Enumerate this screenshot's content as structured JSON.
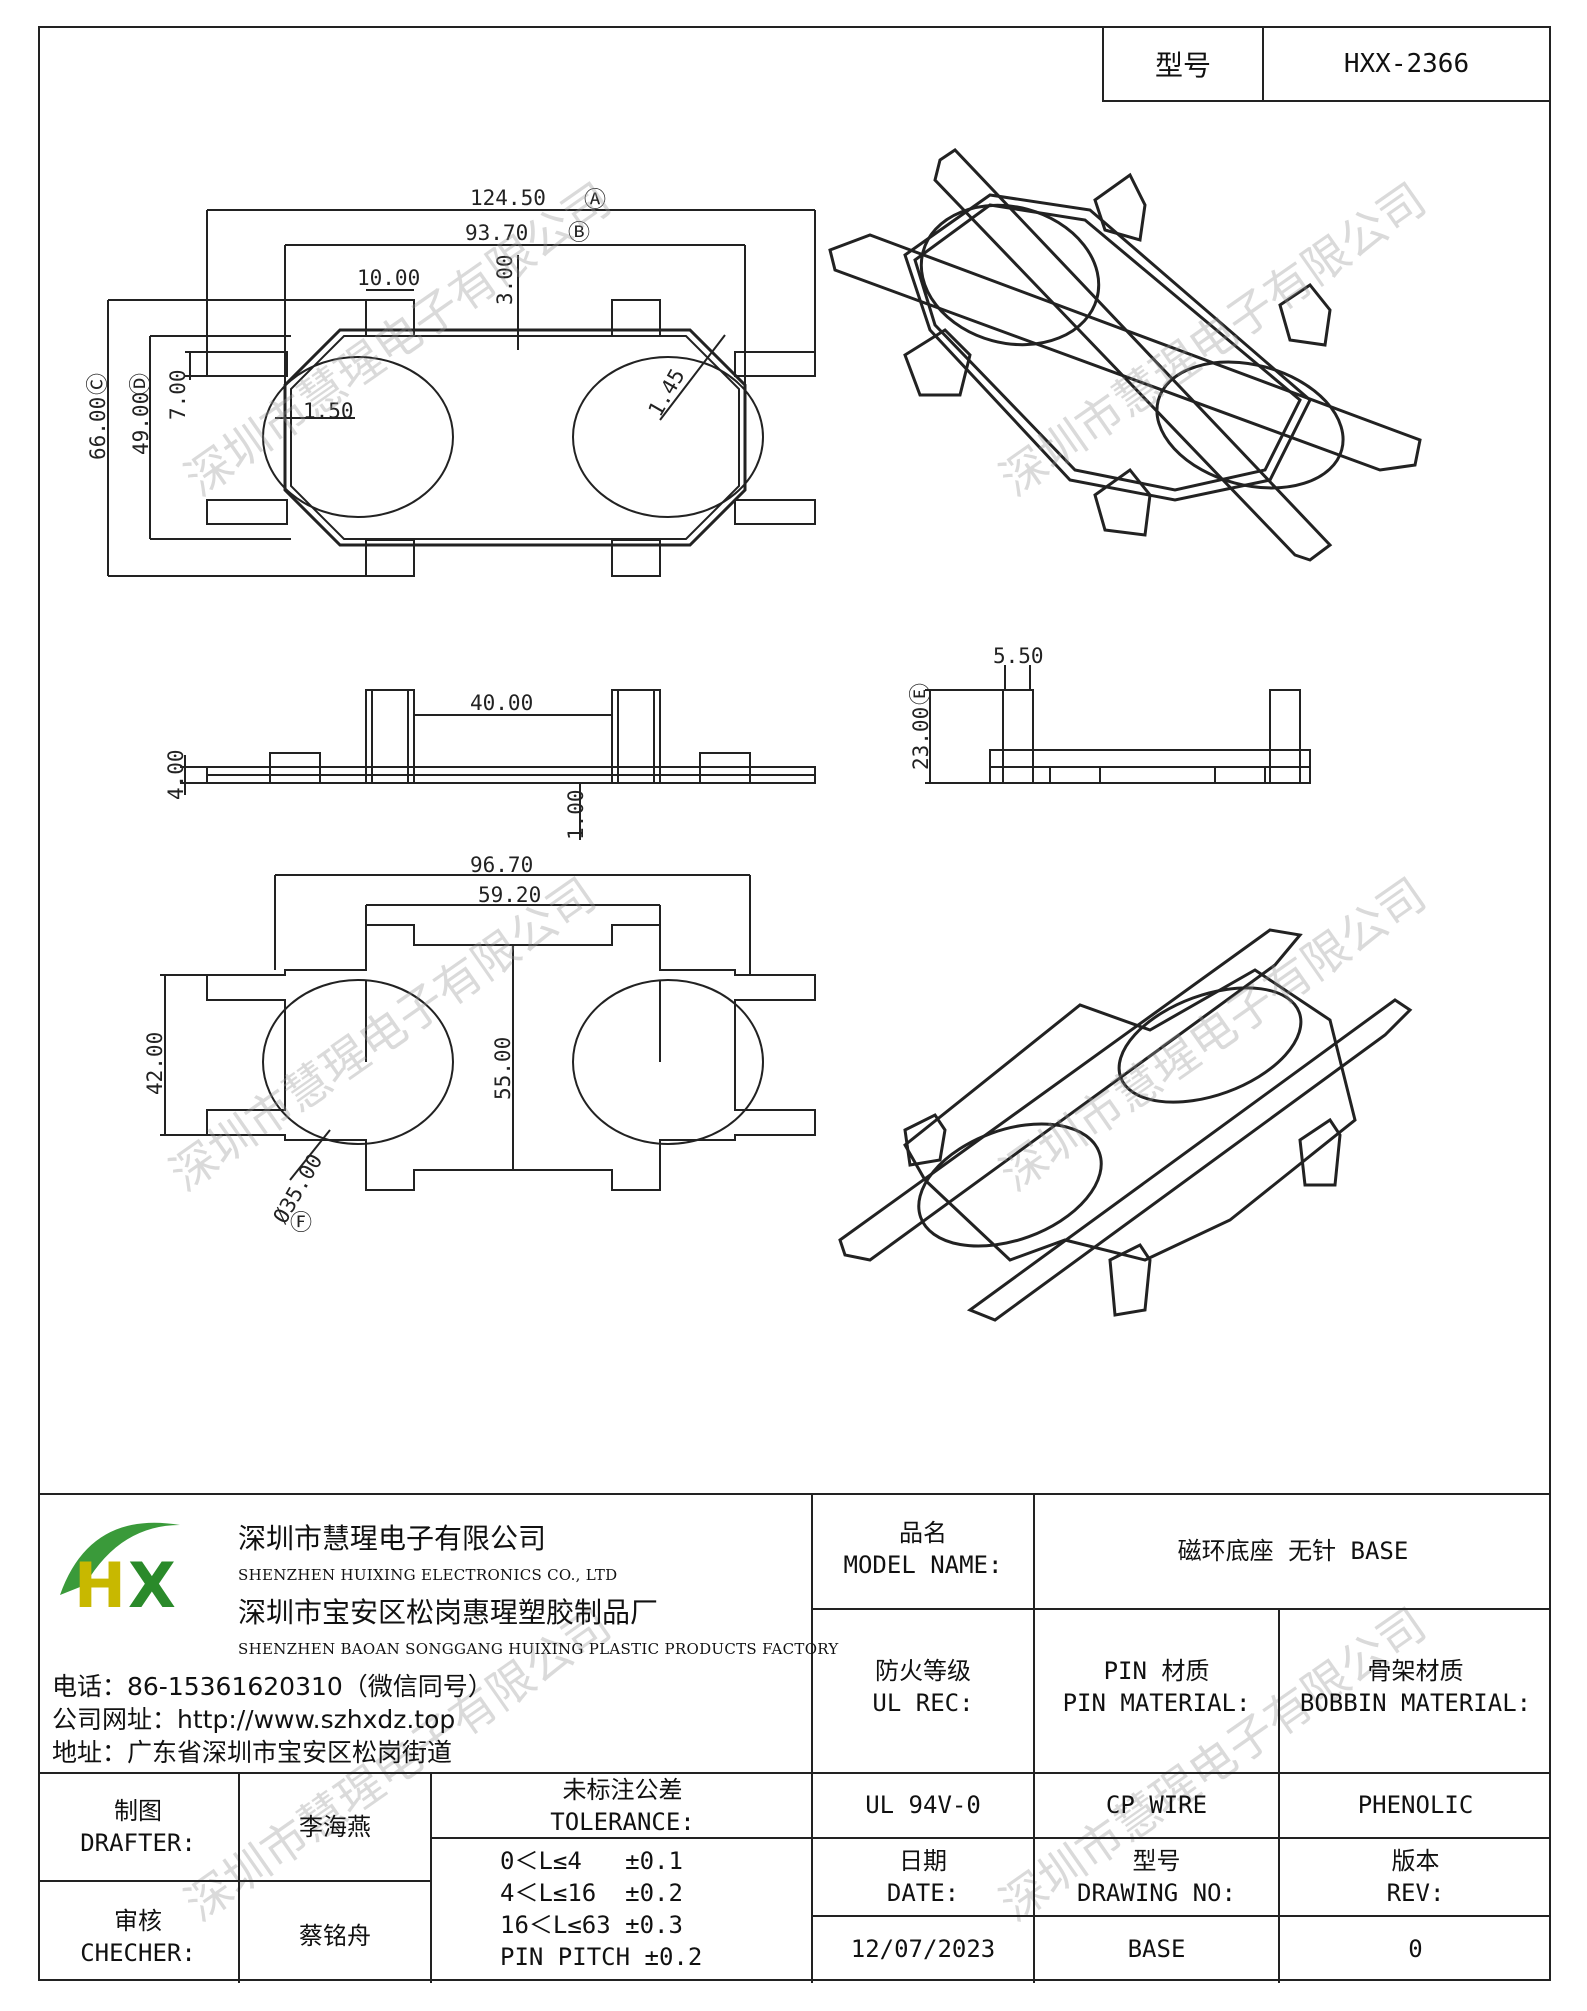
{
  "header": {
    "model_label": "型号",
    "model_value": "HXX-2366"
  },
  "dimensions": {
    "top_view": {
      "d1": "124.50",
      "d1_tag": "Ⓐ",
      "d2": "93.70",
      "d2_tag": "Ⓑ",
      "d3": "10.00",
      "d4": "3.00",
      "d5": "1.50",
      "d6": "1.45",
      "d7": "7.00",
      "d8": "49.00",
      "d8_tag": "Ⓓ",
      "d9": "66.00",
      "d9_tag": "Ⓒ"
    },
    "front_view": {
      "d1": "40.00",
      "d2": "4.00",
      "d3": "1.00"
    },
    "side_view": {
      "d1": "5.50",
      "d2": "23.00",
      "d2_tag": "Ⓔ"
    },
    "bottom_view": {
      "d1": "96.70",
      "d2": "59.20",
      "d3": "42.00",
      "d4": "55.00",
      "d5": "Ø35.00",
      "d5_tag": "Ⓕ"
    }
  },
  "watermark": "深圳市慧瑆电子有限公司",
  "company": {
    "logo_text": "HX",
    "name_cn": "深圳市慧瑆电子有限公司",
    "name_en": "SHENZHEN HUIXING ELECTRONICS CO., LTD",
    "factory_cn": "深圳市宝安区松岗惠瑆塑胶制品厂",
    "factory_en": "SHENZHEN BAOAN SONGGANG HUIXING PLASTIC PRODUCTS FACTORY",
    "phone": "电话：86-15361620310（微信同号）",
    "website": "公司网址：http://www.szhxdz.top",
    "address": "地址：广东省深圳市宝安区松岗街道"
  },
  "title_block": {
    "model_name_label_cn": "品名",
    "model_name_label_en": "MODEL NAME:",
    "model_name_value": "磁环底座 无针 BASE",
    "ul_label_cn": "防火等级",
    "ul_label_en": "UL REC:",
    "pin_label_cn": "PIN 材质",
    "pin_label_en": "PIN MATERIAL:",
    "bobbin_label_cn": "骨架材质",
    "bobbin_label_en": "BOBBIN MATERIAL:",
    "ul_value": "UL 94V-0",
    "pin_value": "CP WIRE",
    "bobbin_value": "PHENOLIC",
    "drafter_label_cn": "制图",
    "drafter_label_en": "DRAFTER:",
    "drafter_value": "李海燕",
    "checker_label_cn": "审核",
    "checker_label_en": "CHECHER:",
    "checker_value": "蔡铭舟",
    "tolerance_label_cn": "未标注公差",
    "tolerance_label_en": "TOLERANCE:",
    "tolerance_lines": [
      "0＜L≤4   ±0.1",
      "4＜L≤16  ±0.2",
      "16＜L≤63 ±0.3",
      "PIN PITCH ±0.2"
    ],
    "date_label_cn": "日期",
    "date_label_en": "DATE:",
    "drawing_label_cn": "型号",
    "drawing_label_en": "DRAWING NO:",
    "rev_label_cn": "版本",
    "rev_label_en": "REV:",
    "date_value": "12/07/2023",
    "drawing_value": "BASE",
    "rev_value": "0"
  }
}
